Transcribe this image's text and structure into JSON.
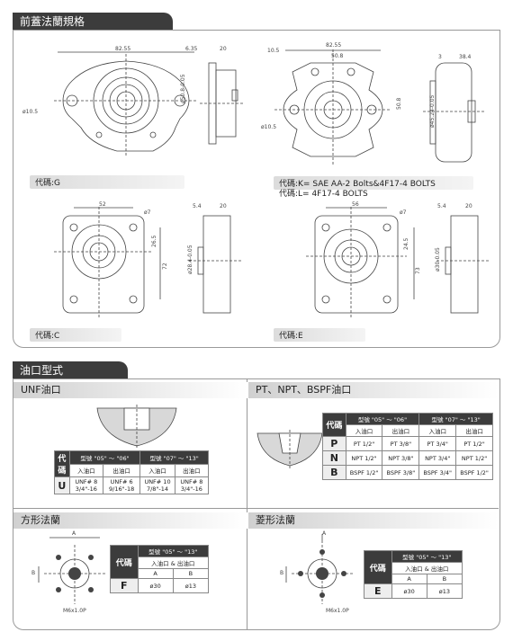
{
  "section1": {
    "title": "前蓋法蘭規格",
    "g": {
      "label": "代碼:G",
      "width": "82.55",
      "thick1": "6.35",
      "thick2": "20",
      "hole": "ø10.5",
      "shaft": "ø50.8-0.05"
    },
    "k": {
      "label": "代碼:K= SAE AA-2 Bolts&4F17-4 BOLTS",
      "width": "82.55",
      "inner": "50.8",
      "hole": "ø10.5",
      "hole2": "10.5",
      "h": "50.8",
      "thick1": "3",
      "thick2": "38.4",
      "shaft": "ø45.24-0.05"
    },
    "l": {
      "label": "代碼:L= 4F17-4 BOLTS"
    },
    "c": {
      "label": "代碼:C",
      "width": "52",
      "hole": "ø7",
      "h1": "26.5",
      "h2": "72",
      "thick1": "5.4",
      "thick2": "20",
      "shaft": "ø28.4-0.05"
    },
    "e": {
      "label": "代碼:E",
      "width": "56",
      "hole": "ø7",
      "h1": "24.5",
      "h2": "73",
      "thick1": "5.4",
      "thick2": "20",
      "shaft": "ø30-0.05"
    }
  },
  "section2": {
    "title": "油口型式",
    "unf": {
      "title": "UNF油口",
      "code_header": "代碼",
      "group1": "型號 \"05\" ～ \"06\"",
      "group2": "型號 \"07\" ～ \"13\"",
      "inlet": "入油口",
      "outlet": "出油口",
      "row_code": "U",
      "cells": [
        "UNF# 8 3/4\"-16",
        "UNF# 6 9/16\"-18",
        "UNF# 10 7/8\"-14",
        "UNF# 8 3/4\"-16"
      ]
    },
    "pt": {
      "title": "PT、NPT、BSPF油口",
      "code_header": "代碼",
      "group1": "型號 \"05\" ～ \"06\"",
      "group2": "型號 \"07\" ～ \"13\"",
      "inlet": "入油口",
      "outlet": "出油口",
      "rows": [
        {
          "code": "P",
          "cells": [
            "PT 1/2\"",
            "PT 3/8\"",
            "PT 3/4\"",
            "PT 1/2\""
          ]
        },
        {
          "code": "N",
          "cells": [
            "NPT 1/2\"",
            "NPT 3/8\"",
            "NPT 3/4\"",
            "NPT 1/2\""
          ]
        },
        {
          "code": "B",
          "cells": [
            "BSPF 1/2\"",
            "BSPF 3/8\"",
            "BSPF 3/4\"",
            "BSPF 1/2\""
          ]
        }
      ]
    },
    "square": {
      "title": "方形法蘭",
      "code_header": "代碼",
      "model": "型號 \"05\" ～ \"13\"",
      "ports": "入油口 & 出油口",
      "col_a": "A",
      "col_b": "B",
      "code": "F",
      "a": "ø30",
      "b": "ø13",
      "dim_a": "A",
      "dim_b": "B",
      "bolt": "M6x1.0P"
    },
    "diamond": {
      "title": "菱形法蘭",
      "code_header": "代碼",
      "model": "型號 \"05\" ～ \"13\"",
      "ports": "入油口 & 出油口",
      "col_a": "A",
      "col_b": "B",
      "code": "E",
      "a": "ø30",
      "b": "ø13",
      "dim_a": "A",
      "dim_b": "B",
      "bolt": "M6x1.0P"
    }
  }
}
